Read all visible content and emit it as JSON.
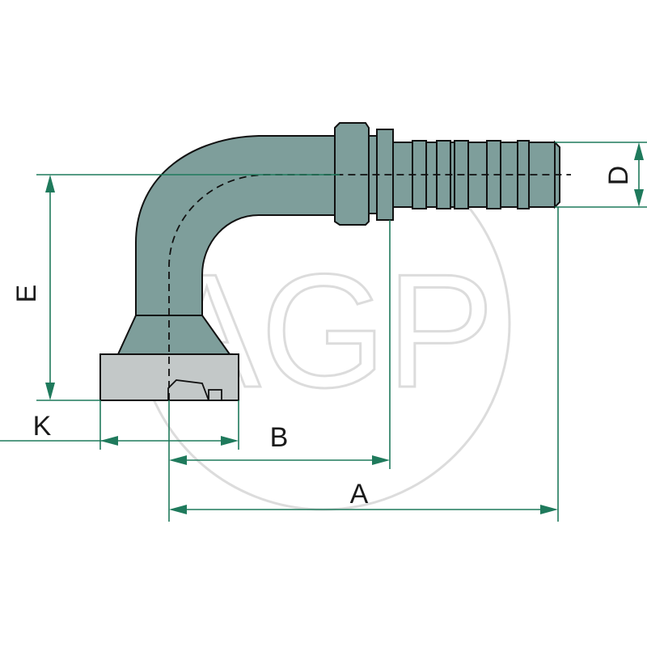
{
  "watermark": {
    "text": "AGP"
  },
  "dimensions": {
    "A": "A",
    "B": "B",
    "D": "D",
    "E": "E",
    "K": "K"
  },
  "colors": {
    "fitting_fill": "#7e9e9b",
    "flange_fill": "#c3c8c8",
    "dimension_line": "#1f7a5c",
    "watermark": "#dcdcdc"
  }
}
